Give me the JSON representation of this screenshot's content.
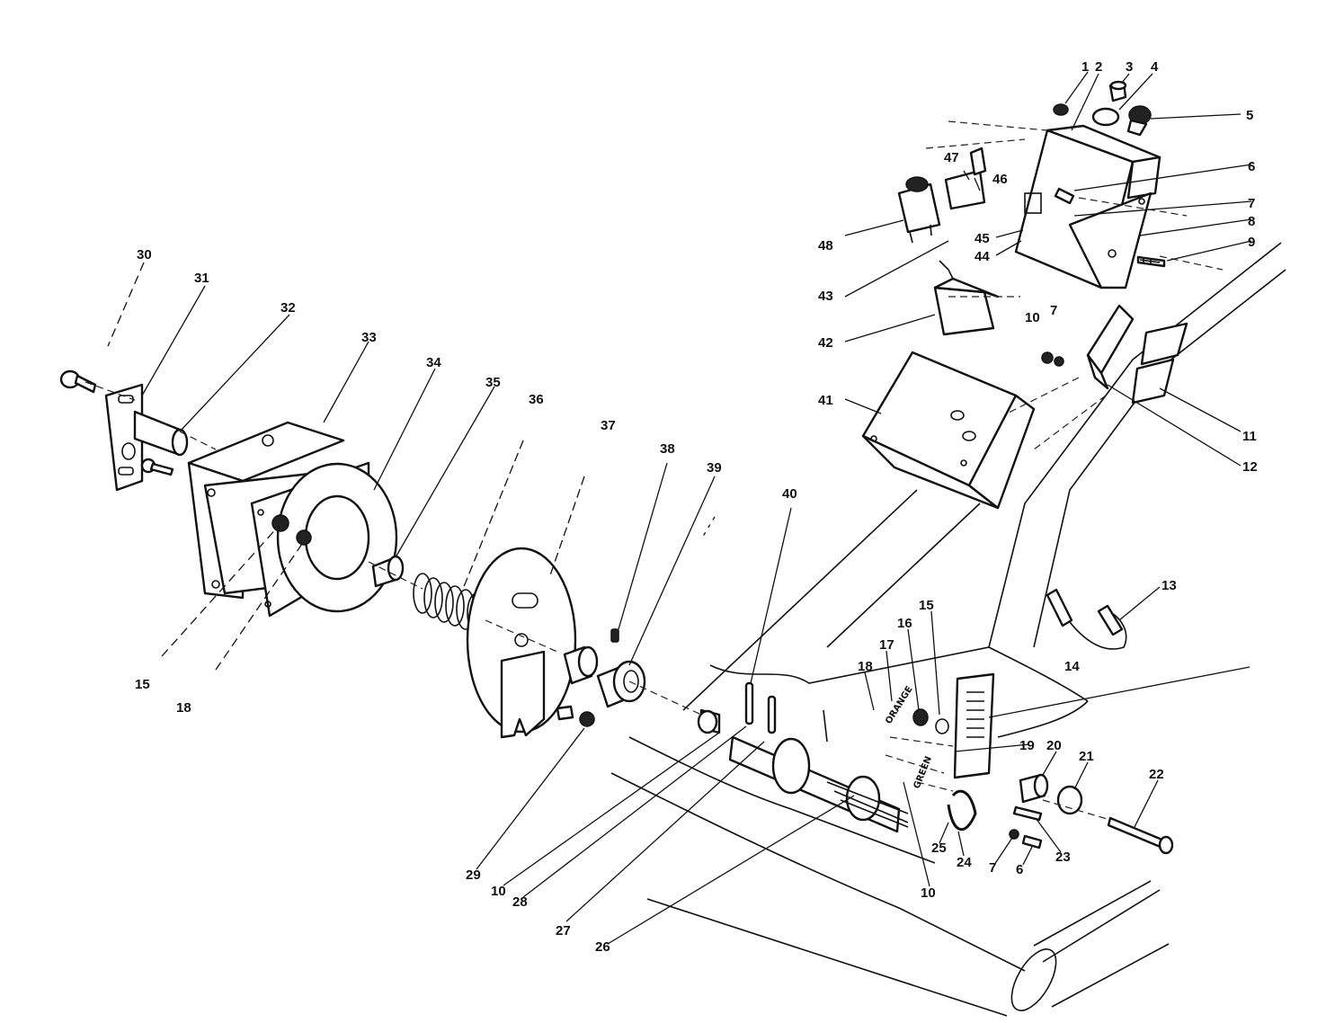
{
  "diagram": {
    "callouts": [
      "1",
      "2",
      "3",
      "4",
      "5",
      "6",
      "7",
      "8",
      "9",
      "10",
      "11",
      "12",
      "13",
      "14",
      "15",
      "16",
      "17",
      "18",
      "19",
      "20",
      "21",
      "22",
      "23",
      "24",
      "25",
      "26",
      "27",
      "28",
      "29",
      "30",
      "31",
      "32",
      "33",
      "34",
      "35",
      "36",
      "37",
      "38",
      "39",
      "40",
      "41",
      "42",
      "43",
      "44",
      "45",
      "46",
      "47",
      "48"
    ],
    "wire_tags": {
      "orange": "ORANGE",
      "green": "GREEN"
    }
  }
}
